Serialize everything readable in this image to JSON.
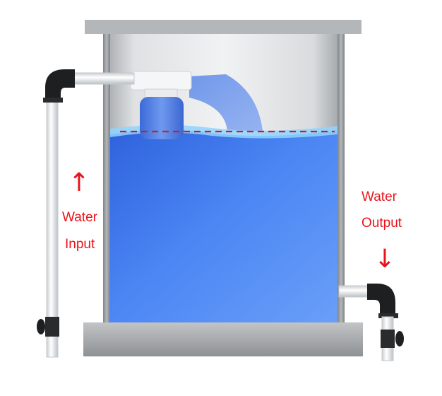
{
  "labels": {
    "input_line1": "Water",
    "input_line2": "Input",
    "output_line1": "Water",
    "output_line2": "Output"
  },
  "arrows": {
    "input_arrow": "↑",
    "output_arrow": "↓"
  },
  "colors": {
    "label_red": "#e8141b",
    "water_blue": "#3f78f0",
    "water_surface": "#8fd3ff",
    "tank_frame": "#a9abad",
    "float_valve_ball": "#4d7fe6",
    "level_line": "#e4141b",
    "pipe_white": "#eef1f3",
    "elbow_black": "#1e1f20"
  }
}
